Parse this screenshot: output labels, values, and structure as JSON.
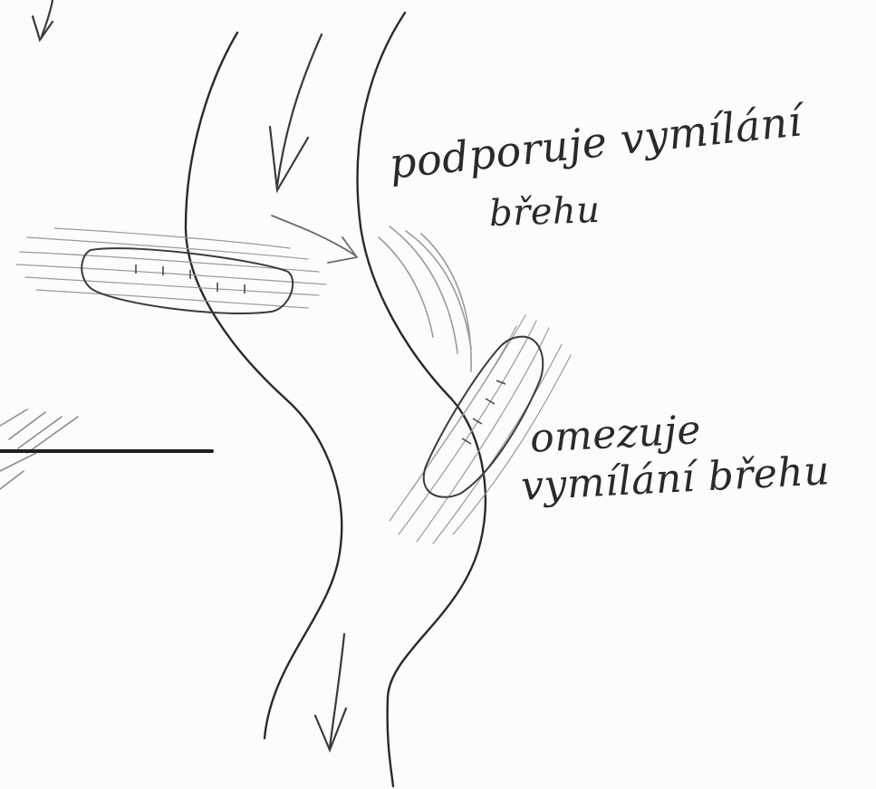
{
  "annotations": {
    "top": {
      "line1": "podporuje vymílání",
      "line2": "břehu"
    },
    "middle": {
      "line1": "omezuje",
      "line2": "vymílání břehu"
    }
  },
  "colors": {
    "pencil": "#2a2a2a",
    "shade": "#8a8a8a",
    "paper": "#fcfcfa"
  }
}
